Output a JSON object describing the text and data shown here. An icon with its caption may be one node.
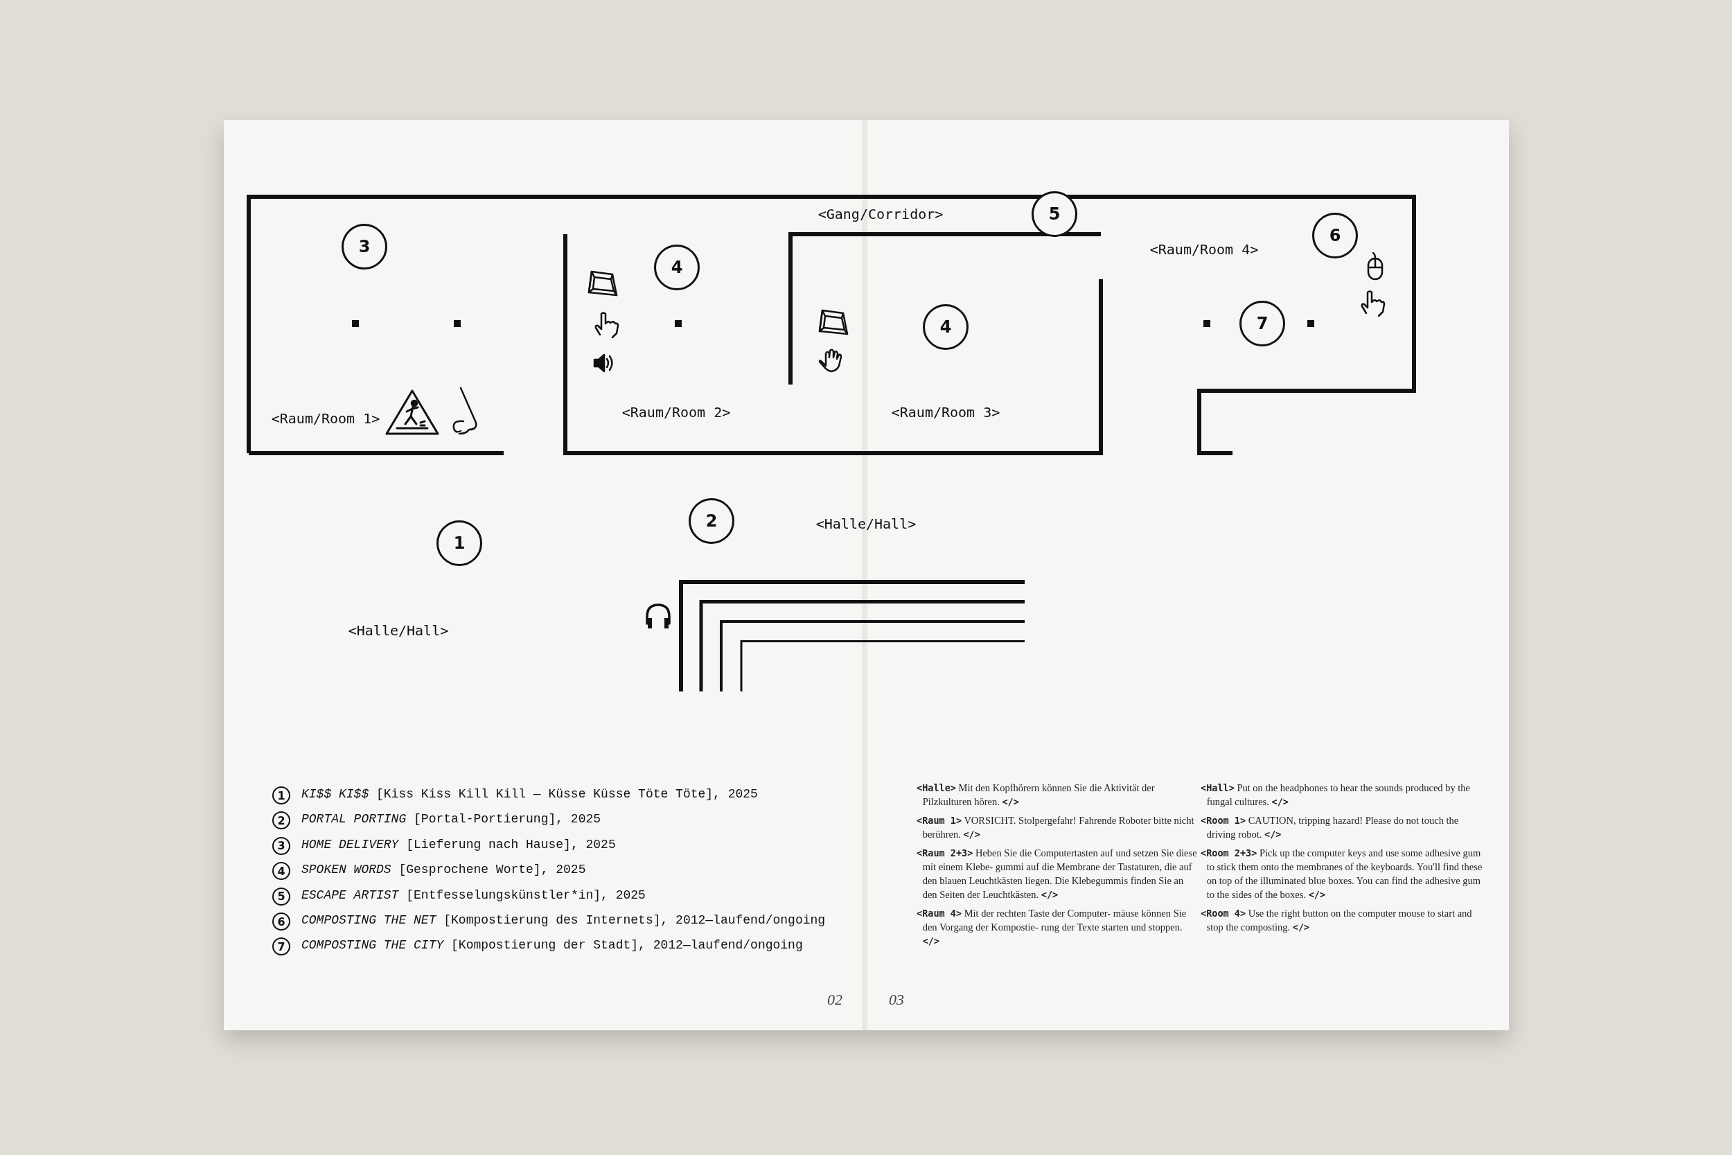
{
  "diagram": {
    "nodes": [
      {
        "text": [
          "3"
        ]
      },
      {
        "text": [
          "4"
        ]
      },
      {
        "text": [
          "5"
        ]
      },
      {
        "text": [
          "6"
        ]
      },
      {
        "text": [
          "4"
        ]
      },
      {
        "text": [
          "7"
        ]
      },
      {
        "text": [
          "2"
        ]
      },
      {
        "text": [
          "1"
        ]
      },
      {
        "text": [
          "1"
        ],
        "beside": [
          "*KI$$ KI$$* [Kiss Kiss Kill Kill — Küsse Küsse Töte Töte], 2025"
        ]
      },
      {
        "text": [
          "2"
        ],
        "beside": [
          "*PORTAL PORTING* [Portal-Portierung], 2025"
        ]
      },
      {
        "text": [
          "3"
        ],
        "beside": [
          "*HOME DELIVERY* [Lieferung nach Hause], 2025"
        ]
      },
      {
        "text": [
          "4"
        ],
        "beside": [
          "*SPOKEN WORDS* [Gesprochene Worte], 2025"
        ]
      },
      {
        "text": [
          "5"
        ],
        "beside": [
          "*ESCAPE ARTIST* [Entfesselungskünstler*in], 2025"
        ]
      },
      {
        "text": [
          "6"
        ],
        "beside": [
          "*COMPOSTING THE NET* [Kompostierung des Internets], 2012—laufend/ongoing"
        ]
      },
      {
        "text": [
          "7"
        ],
        "beside": [
          "*COMPOSTING THE CITY* [Kompostierung der Stadt], 2012—laufend/ongoing"
        ]
      }
    ],
    "edges": [],
    "labels": [
      "<Gang/Corridor>",
      "<Raum/Room 4>",
      "<Raum/Room 1>",
      "<Raum/Room 2>",
      "<Raum/Room 3>",
      "<Halle/Hall>",
      "<Halle/Hall>",
      "**<Halle>** Mit den Kopfhörern können Sie die Aktivität der Pilzkulturen hören. **</>**",
      "**<Raum 1>** VORSICHT. Stolpergefahr! Fahrende Roboter bitte nicht berühren. **</>**",
      "**<Raum 2+3>** Heben Sie die Computertasten auf und setzen Sie diese mit einem Klebe- gummi auf die Membrane der Tastaturen, die auf den blauen Leuchtkästen liegen. Die Klebegummis finden Sie an den Seiten der Leuchtkästen. **</>**",
      "**<Raum 4>** Mit der rechten Taste der Computer- mäuse können Sie den Vorgang der Kompostie- rung der Texte starten und stoppen. **</>**",
      "**<Hall>** Put on the headphones to hear the sounds produced by the fungal cultures. **</>**",
      "**<Room 1>** CAUTION, tripping hazard! Please do not touch the driving robot. **</>**",
      "**<Room 2+3>** Pick up the computer keys and use some adhesive gum to stick them onto the membranes of the keyboards. You'll find these on top of the illuminated blue boxes. You can find the adhesive gum to the sides of the boxes. **</>**",
      "**<Room 4>** Use the right button on the computer mouse to start and stop the composting. **</>**",
      "02",
      "03"
    ]
  }
}
